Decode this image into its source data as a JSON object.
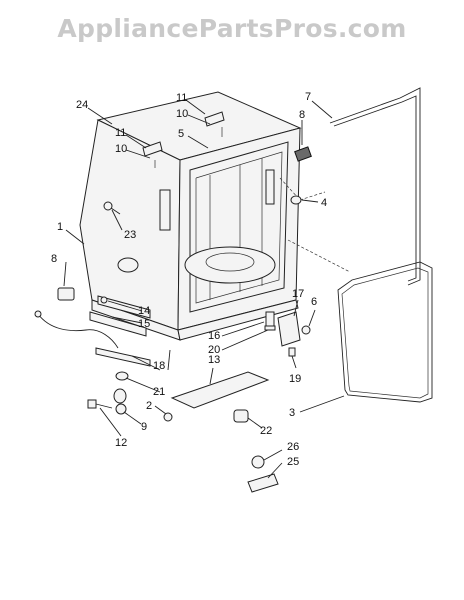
{
  "watermark": "AppliancePartsPros.com",
  "callouts": {
    "c1": "1",
    "c2": "2",
    "c3": "3",
    "c4": "4",
    "c5": "5",
    "c6": "6",
    "c7": "7",
    "c8a": "8",
    "c8b": "8",
    "c9": "9",
    "c10a": "10",
    "c10b": "10",
    "c11a": "11",
    "c11b": "11",
    "c12": "12",
    "c13": "13",
    "c14": "14",
    "c15": "15",
    "c16": "16",
    "c17": "17",
    "c18": "18",
    "c19": "19",
    "c20": "20",
    "c21": "21",
    "c22": "22",
    "c23": "23",
    "c24": "24",
    "c25": "25",
    "c26": "26"
  }
}
